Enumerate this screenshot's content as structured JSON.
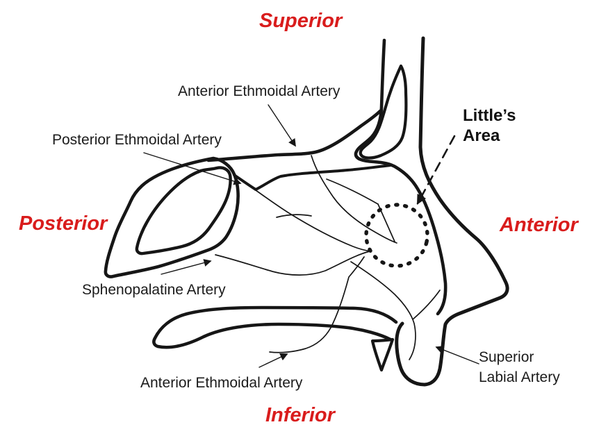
{
  "colors": {
    "background": "#ffffff",
    "ink": "#161616",
    "orientation_text": "#d91c1c",
    "label_text": "#1b1b1b"
  },
  "orientation": {
    "superior": "Superior",
    "inferior": "Inferior",
    "posterior": "Posterior",
    "anterior": "Anterior"
  },
  "labels": {
    "anterior_ethmoidal_top": "Anterior Ethmoidal Artery",
    "posterior_ethmoidal": "Posterior Ethmoidal Artery",
    "sphenopalatine": "Sphenopalatine Artery",
    "anterior_ethmoidal_bottom": "Anterior Ethmoidal Artery",
    "superior_labial": {
      "line1": "Superior",
      "line2": "Labial Artery"
    },
    "littles_area": {
      "line1": "Little’s",
      "line2": "Area"
    }
  }
}
